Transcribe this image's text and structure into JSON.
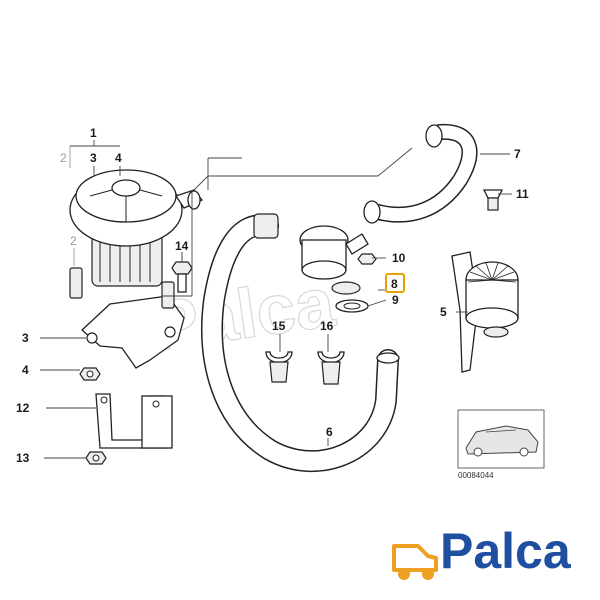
{
  "diagram": {
    "reference_code": "00084044",
    "watermark": "Palca",
    "callouts": {
      "c1": "1",
      "c2": "2",
      "c3a": "3",
      "c4a": "4",
      "c14": "14",
      "c3b": "3",
      "c4b": "4",
      "c12": "12",
      "c13": "13",
      "c15": "15",
      "c16": "16",
      "c6": "6",
      "c7": "7",
      "c10": "10",
      "c8": "8",
      "c9": "9",
      "c11": "11",
      "c5": "5"
    }
  },
  "logo": {
    "text": "Palca",
    "brand_color": "#1f4fa0",
    "accent_color": "#f0a020"
  }
}
